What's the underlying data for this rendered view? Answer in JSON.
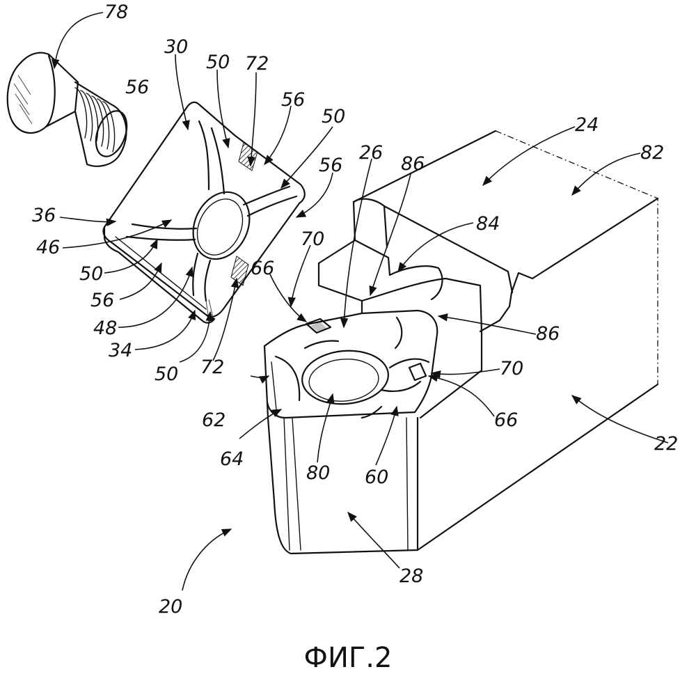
{
  "caption": "ФИГ.2",
  "labels": {
    "l78": "78",
    "l30": "30",
    "l50a": "50",
    "l72a": "72",
    "l56a": "56",
    "l56b": "56",
    "l50b": "50",
    "l56c": "56",
    "l36": "36",
    "l46": "46",
    "l50c": "50",
    "l56d": "56",
    "l48": "48",
    "l34": "34",
    "l50d": "50",
    "l72b": "72",
    "l24": "24",
    "l82": "82",
    "l26": "26",
    "l86a": "86",
    "l84": "84",
    "l70a": "70",
    "l66a": "66",
    "l86b": "86",
    "l70b": "70",
    "l62": "62",
    "l66b": "66",
    "l22": "22",
    "l64": "64",
    "l80": "80",
    "l60": "60",
    "l28": "28",
    "l20": "20"
  }
}
